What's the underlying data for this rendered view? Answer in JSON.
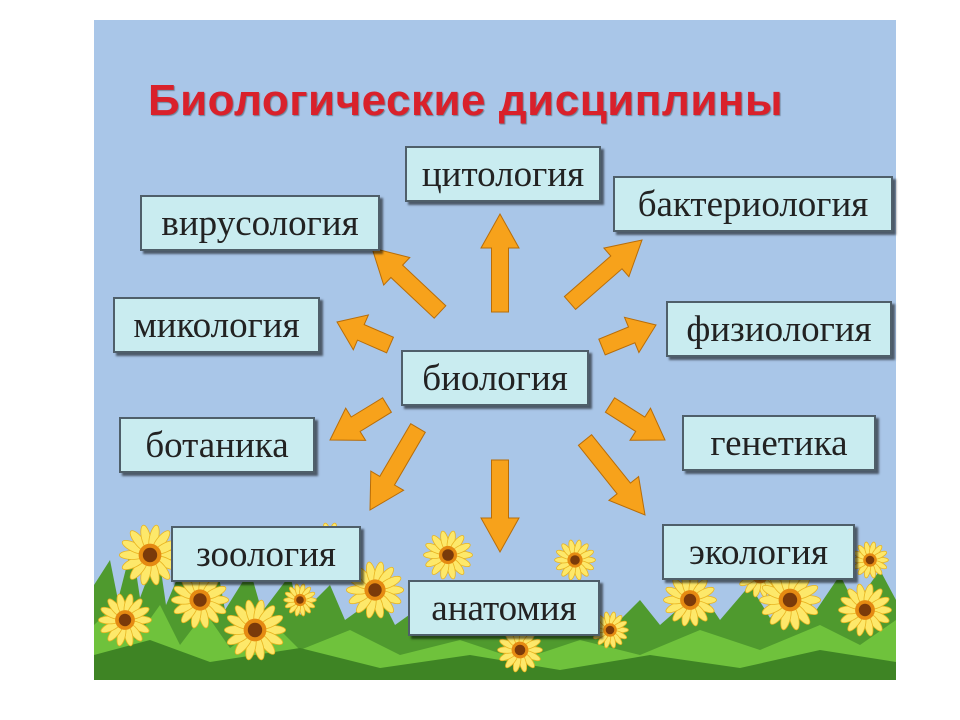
{
  "title": "Биологические дисциплины",
  "center": "биология",
  "disciplines": {
    "cytology": "цитология",
    "bacteriology": "бактериология",
    "virology": "вирусология",
    "mycology": "микология",
    "physiology": "физиология",
    "botany": "ботаника",
    "genetics": "генетика",
    "zoology": "зоология",
    "ecology": "экология",
    "anatomy": "анатомия"
  },
  "colors": {
    "background": "#a9c6e8",
    "title": "#d9212b",
    "box_fill": "#c9ecf0",
    "arrow": "#f7a21b"
  }
}
